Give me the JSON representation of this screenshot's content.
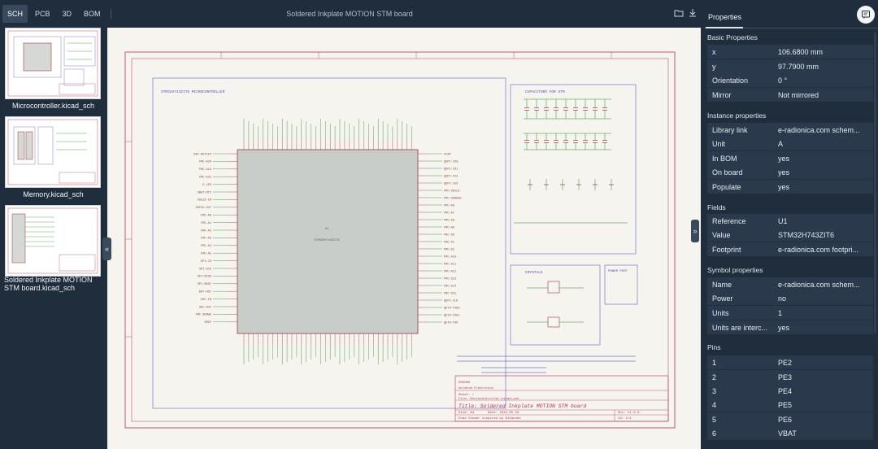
{
  "toolbar": {
    "tabs": [
      {
        "label": "SCH",
        "active": true
      },
      {
        "label": "PCB",
        "active": false
      },
      {
        "label": "3D",
        "active": false
      },
      {
        "label": "BOM",
        "active": false
      }
    ],
    "title": "Soldered Inkplate MOTION STM board",
    "icons": [
      "folder-open-icon",
      "download-icon"
    ]
  },
  "sidebar": {
    "sheets": [
      {
        "label": "Microcontroller.kicad_sch"
      },
      {
        "label": "Memory.kicad_sch"
      },
      {
        "label": "Soldered Inkplate MOTION STM board.kicad_sch"
      }
    ],
    "collapse_glyph": "«"
  },
  "canvas": {
    "mcu_block_title": "STM32H743ZIT6 MICROCONTROLLER",
    "mcu_ref": "U1",
    "mcu_part": "STM32H743ZIT6",
    "caps_title": "CAPACITORS FOR STM",
    "crystals_title": "CRYSTALS",
    "power_title": "POWER PORT",
    "title_block": {
      "company": "Soldered Electronics",
      "sheet": "Sheet: /",
      "file": "File: Microcontroller.kicad_sch",
      "title": "Title: Soldered Inkplate MOTION STM board",
      "size": "Size: A4",
      "date": "Date: 2024-05-22",
      "rev": "Rev: V1.0.0.",
      "viewer": "Ecad Viewer inspired by KiCanvas",
      "id": "Id: 1/1",
      "code": "S00006"
    },
    "left_pins": [
      "BAT-MOTCIP",
      "FMC-A20",
      "FMC-A19",
      "FMC-A22",
      "E-LED",
      "VBAT-RTC",
      "OSC32-IN",
      "OSC32-OUT",
      "FMC-A0",
      "FMC-A1",
      "FMC-A2",
      "FMC-A3",
      "FMC-A4",
      "FMC-A5",
      "SPI-CS",
      "SPI-SCK",
      "SPI-MISO",
      "SPI-MOSI",
      "BAT-ADC",
      "OSC-IN",
      "OSC-OUT",
      "FMC-SDNWE",
      "VREF"
    ],
    "right_pins": [
      "VCAP",
      "QSPI-IO0",
      "QSPI-IO1",
      "QSPI-IO2",
      "QSPI-IO3",
      "FMC-SDCLK",
      "FMC-SDNRAS",
      "FMC-A6",
      "FMC-A7",
      "FMC-A8",
      "FMC-A9",
      "FMC-D0",
      "FMC-D1",
      "FMC-D2",
      "FMC-A10",
      "FMC-A11",
      "FMC-A12",
      "FMC-D13",
      "FMC-D14",
      "FMC-D15",
      "QSPI-CLK",
      "QETH-TXD0",
      "QETH-TXD1",
      "QETH-TXD"
    ],
    "collapse_glyph": "»"
  },
  "properties": {
    "title": "Properties",
    "sections": [
      {
        "name": "Basic Properties",
        "rows": [
          {
            "k": "x",
            "v": "106.6800 mm"
          },
          {
            "k": "y",
            "v": "97.7900 mm"
          },
          {
            "k": "Orientation",
            "v": "0 °"
          },
          {
            "k": "Mirror",
            "v": "Not mirrored"
          }
        ]
      },
      {
        "name": "Instance properties",
        "rows": [
          {
            "k": "Library link",
            "v": "e-radionica.com schem..."
          },
          {
            "k": "Unit",
            "v": "A"
          },
          {
            "k": "In BOM",
            "v": "yes"
          },
          {
            "k": "On board",
            "v": "yes"
          },
          {
            "k": "Populate",
            "v": "yes"
          }
        ]
      },
      {
        "name": "Fields",
        "rows": [
          {
            "k": "Reference",
            "v": "U1"
          },
          {
            "k": "Value",
            "v": "STM32H743ZIT6"
          },
          {
            "k": "Footprint",
            "v": "e-radionica.com footpri..."
          }
        ]
      },
      {
        "name": "Symbol properties",
        "rows": [
          {
            "k": "Name",
            "v": "e-radionica.com schem..."
          },
          {
            "k": "Power",
            "v": "no"
          },
          {
            "k": "Units",
            "v": "1"
          },
          {
            "k": "Units are interc...",
            "v": "yes"
          }
        ]
      },
      {
        "name": "Pins",
        "rows": [
          {
            "k": "1",
            "v": "PE2"
          },
          {
            "k": "2",
            "v": "PE3"
          },
          {
            "k": "3",
            "v": "PE4"
          },
          {
            "k": "4",
            "v": "PE5"
          },
          {
            "k": "5",
            "v": "PE6"
          },
          {
            "k": "6",
            "v": "VBAT"
          }
        ]
      }
    ]
  },
  "colors": {
    "accent": "#e03c3c",
    "schematic_border": "#b8324a",
    "component_fill": "#c9cdc9",
    "wire": "#2a8a2a",
    "panel_bg": "#1f2d3d"
  }
}
